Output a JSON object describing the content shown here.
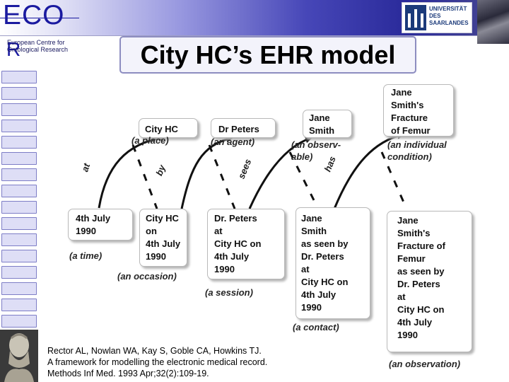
{
  "header": {
    "logo_main": "ECO",
    "logo_second": "R",
    "logo_subtitle": "European Centre for Ontological Research",
    "university": "UNIVERSITÄT DES SAARLANDES"
  },
  "slide": {
    "title": "City HC’s EHR model"
  },
  "diagram": {
    "top_entities": [
      {
        "text": "City HC",
        "label": "(a place)"
      },
      {
        "text": "Dr Peters",
        "label": "(an agent)"
      },
      {
        "text": "Jane\nSmith",
        "label": "(an observ-\nable)"
      },
      {
        "text": "Jane\nSmith's\nFracture\nof Femur",
        "label": "(an individual\ncondition)"
      }
    ],
    "bottom_entities": [
      {
        "text": "4th July\n1990",
        "label": "(a time)"
      },
      {
        "text": "City HC\non\n4th July\n1990",
        "label": "(an occasion)"
      },
      {
        "text": "Dr. Peters\nat\nCity HC on\n4th July\n1990",
        "label": "(a session)"
      },
      {
        "text": "Jane\nSmith\nas seen by\nDr. Peters\nat\nCity HC on\n4th July\n1990",
        "label": "(a contact)"
      },
      {
        "text": "Jane\nSmith's\nFracture of\nFemur\nas seen by\nDr. Peters\nat\nCity HC on\n4th July\n1990",
        "label": "(an observation)"
      }
    ],
    "relations": [
      "at",
      "by",
      "sees",
      "has"
    ]
  },
  "citation": {
    "line1": "Rector AL, Nowlan WA, Kay S, Goble CA, Howkins TJ.",
    "line2": "A framework for modelling the electronic medical record.",
    "line3": "Methods Inf Med. 1993 Apr;32(2):109-19."
  }
}
